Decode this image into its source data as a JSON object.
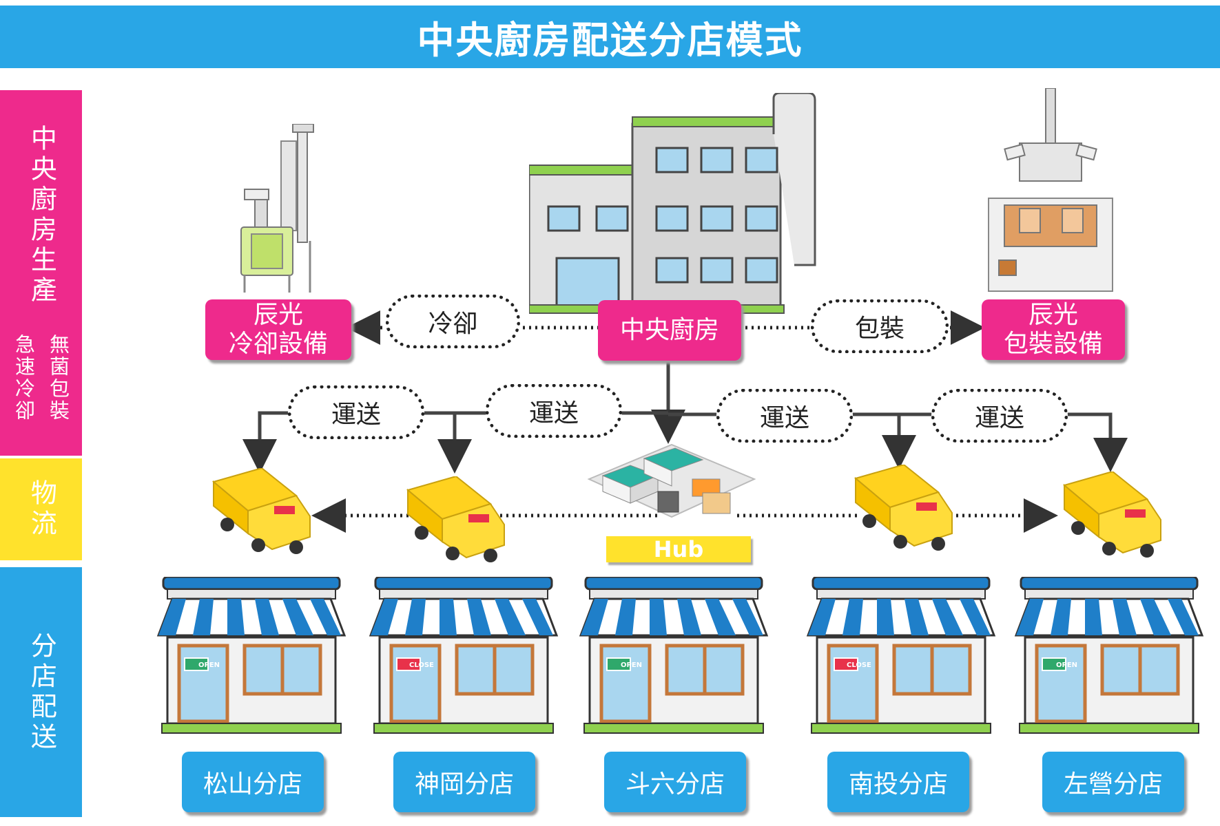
{
  "title": "中央廚房配送分店模式",
  "side_labels": {
    "production": "中央廚房生產",
    "chilling": "急速冷卻",
    "packing": "無菌包裝",
    "logistics": "物流",
    "distribution": "分店配送"
  },
  "nodes": {
    "central_kitchen": "中央廚房",
    "cooling_brand": "辰光",
    "cooling_equipment": "冷卻設備",
    "packing_brand": "辰光",
    "packing_equipment": "包裝設備",
    "hub": "Hub"
  },
  "edge_labels": {
    "cooling": "冷卻",
    "packing": "包裝",
    "transport": [
      "運送",
      "運送",
      "運送",
      "運送"
    ]
  },
  "stores": [
    {
      "name": "松山分店",
      "sign": "OPEN"
    },
    {
      "name": "神岡分店",
      "sign": "CLOSE"
    },
    {
      "name": "斗六分店",
      "sign": "OPEN"
    },
    {
      "name": "南投分店",
      "sign": "CLOSE"
    },
    {
      "name": "左營分店",
      "sign": "OPEN"
    }
  ],
  "icons": {
    "factory": "factory-building-icon",
    "cooler": "cooling-machine-icon",
    "packer": "packaging-machine-icon",
    "warehouse": "warehouse-hub-icon",
    "truck": "delivery-truck-icon",
    "store": "storefront-icon"
  },
  "colors": {
    "title_bar": "#29a6e6",
    "pink": "#ee2a8c",
    "yellow": "#ffe22c",
    "blue": "#29a6e6",
    "awning_blue": "#1f7fc9",
    "truck_yellow": "#ffd21f"
  }
}
